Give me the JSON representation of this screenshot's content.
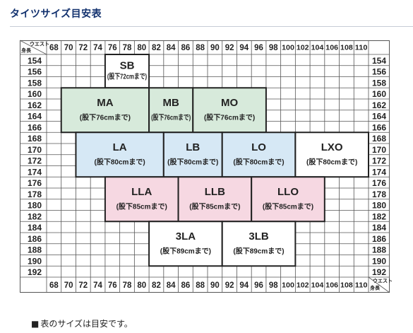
{
  "page": {
    "title": "タイツサイズ目安表",
    "footnote_mark": "■",
    "footnote": "表のサイズは目安です。"
  },
  "chart_data": {
    "type": "table",
    "corner_top": {
      "waist": "ウエスト",
      "height": "身長"
    },
    "corner_bottom": {
      "waist": "ウエスト",
      "height": "身長"
    },
    "waist_columns": [
      "68",
      "70",
      "72",
      "74",
      "76",
      "78",
      "80",
      "82",
      "84",
      "86",
      "88",
      "90",
      "92",
      "94",
      "96",
      "98",
      "100",
      "102",
      "104",
      "106",
      "108",
      "110"
    ],
    "height_rows": [
      "154",
      "156",
      "158",
      "160",
      "162",
      "164",
      "166",
      "168",
      "170",
      "172",
      "174",
      "176",
      "178",
      "180",
      "182",
      "184",
      "186",
      "188",
      "190",
      "192"
    ],
    "sizes": [
      {
        "label": "SB",
        "note": "(股下72cmまで)",
        "waist_from": "76",
        "waist_to": "80",
        "height_from": "154",
        "height_to": "158",
        "fill": "#ffffff"
      },
      {
        "label": "MA",
        "note": "(股下76cmまで)",
        "waist_from": "70",
        "waist_to": "80",
        "height_from": "160",
        "height_to": "166",
        "fill": "#d7eadb"
      },
      {
        "label": "MB",
        "note": "(股下76cmまで)",
        "waist_from": "82",
        "waist_to": "86",
        "height_from": "160",
        "height_to": "166",
        "fill": "#d7eadb"
      },
      {
        "label": "MO",
        "note": "(股下76cmまで)",
        "waist_from": "88",
        "waist_to": "96",
        "height_from": "160",
        "height_to": "166",
        "fill": "#d7eadb"
      },
      {
        "label": "LA",
        "note": "(股下80cmまで)",
        "waist_from": "72",
        "waist_to": "82",
        "height_from": "168",
        "height_to": "174",
        "fill": "#d6e8f5"
      },
      {
        "label": "LB",
        "note": "(股下80cmまで)",
        "waist_from": "84",
        "waist_to": "90",
        "height_from": "168",
        "height_to": "174",
        "fill": "#d6e8f5"
      },
      {
        "label": "LO",
        "note": "(股下80cmまで)",
        "waist_from": "92",
        "waist_to": "100",
        "height_from": "168",
        "height_to": "174",
        "fill": "#d6e8f5"
      },
      {
        "label": "LXO",
        "note": "(股下80cmまで)",
        "waist_from": "102",
        "waist_to": "110",
        "height_from": "168",
        "height_to": "174",
        "fill": "#ffffff"
      },
      {
        "label": "LLA",
        "note": "(股下85cmまで)",
        "waist_from": "76",
        "waist_to": "84",
        "height_from": "176",
        "height_to": "182",
        "fill": "#f6d8e2"
      },
      {
        "label": "LLB",
        "note": "(股下85cmまで)",
        "waist_from": "86",
        "waist_to": "94",
        "height_from": "176",
        "height_to": "182",
        "fill": "#f6d8e2"
      },
      {
        "label": "LLO",
        "note": "(股下85cmまで)",
        "waist_from": "96",
        "waist_to": "104",
        "height_from": "176",
        "height_to": "182",
        "fill": "#f6d8e2"
      },
      {
        "label": "3LA",
        "note": "(股下89cmまで)",
        "waist_from": "82",
        "waist_to": "90",
        "height_from": "184",
        "height_to": "190",
        "fill": "#ffffff"
      },
      {
        "label": "3LB",
        "note": "(股下89cmまで)",
        "waist_from": "92",
        "waist_to": "100",
        "height_from": "184",
        "height_to": "190",
        "fill": "#ffffff"
      }
    ],
    "colors": {
      "grid": "#555555",
      "header_fill": "#ffffff",
      "size_outline": "#222222",
      "M_fill": "#d7eadb",
      "L_fill": "#d6e8f5",
      "LL_fill": "#f6d8e2",
      "title": "#12316e"
    }
  }
}
